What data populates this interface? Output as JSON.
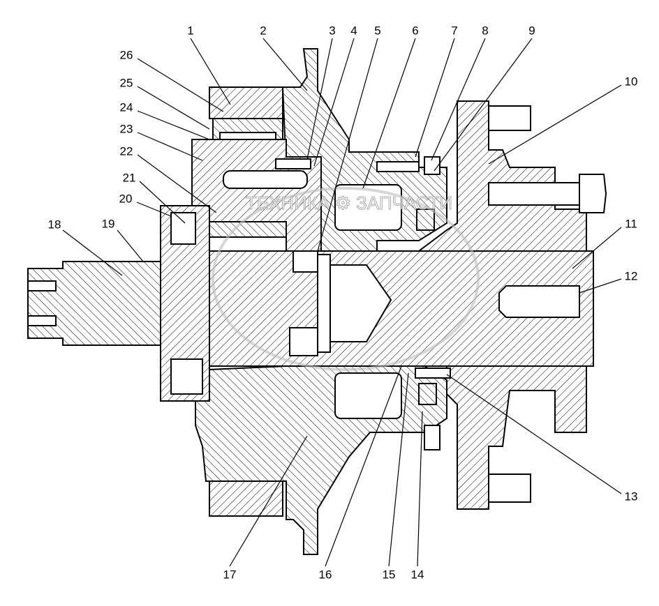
{
  "diagram": {
    "type": "technical cross-section drawing",
    "callouts": [
      "1",
      "2",
      "3",
      "4",
      "5",
      "6",
      "7",
      "8",
      "9",
      "10",
      "11",
      "12",
      "13",
      "14",
      "15",
      "16",
      "17",
      "18",
      "19",
      "20",
      "21",
      "22",
      "23",
      "24",
      "25",
      "26"
    ],
    "watermark": "ТЕХНИКА ЗАПЧАСТИ"
  }
}
